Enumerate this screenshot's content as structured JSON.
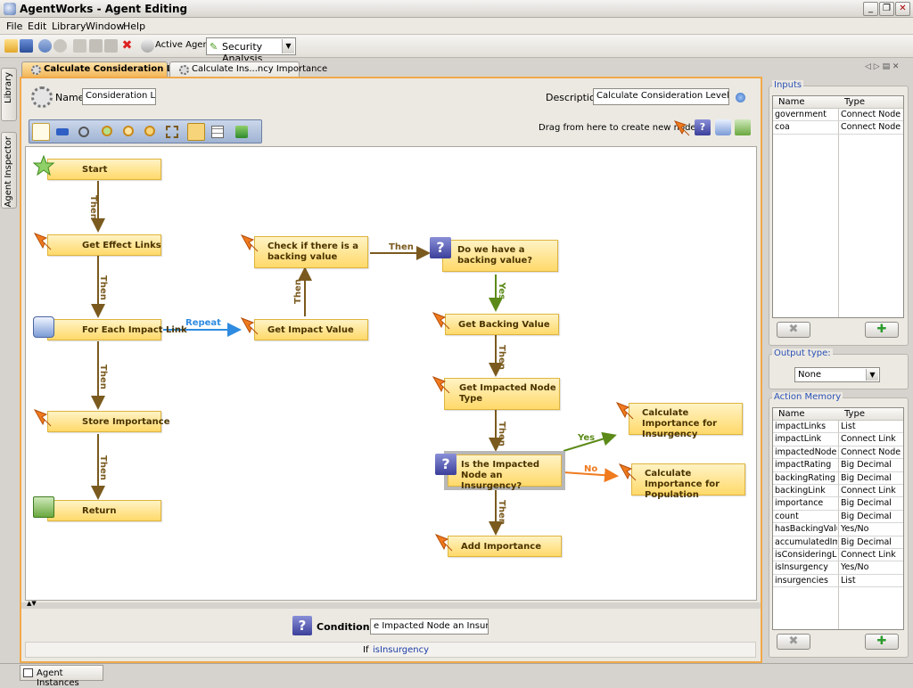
{
  "window": {
    "title": "AgentWorks - Agent Editing",
    "controls": [
      "_",
      "❐",
      "✕"
    ]
  },
  "menu": [
    "File",
    "Edit",
    "Library",
    "Window",
    "Help"
  ],
  "toolbar": {
    "active_agent_label": "Active Agent:",
    "active_agent_value": "Security Analysis"
  },
  "left_rail": [
    "Library",
    "Agent Inspector"
  ],
  "tabs": [
    {
      "label": "Calculate Consideration Level",
      "active": true
    },
    {
      "label": "Calculate Ins...ncy Importance",
      "active": false
    }
  ],
  "editor": {
    "name_label": "Name:",
    "name_value": "Consideration Level",
    "description_label": "Description:",
    "description_value": "Calculate Consideration Level for Gove",
    "drag_label": "Drag from here to create new nodes:"
  },
  "graph": {
    "nodes": [
      {
        "id": "start",
        "label": "Start",
        "icon": "star-icon"
      },
      {
        "id": "get-effect-links",
        "label": "Get Effect Links",
        "icon": "action-icon"
      },
      {
        "id": "for-each",
        "label": "For Each Impact Link",
        "icon": "loop-icon"
      },
      {
        "id": "store-importance",
        "label": "Store Importance",
        "icon": "action-icon"
      },
      {
        "id": "return",
        "label": "Return",
        "icon": "return-icon"
      },
      {
        "id": "check-backing",
        "label": "Check if there is a backing value",
        "icon": "action-icon"
      },
      {
        "id": "get-impact-value",
        "label": "Get Impact Value",
        "icon": "action-icon"
      },
      {
        "id": "do-we-have",
        "label": "Do we have a backing value?",
        "icon": "question-icon"
      },
      {
        "id": "get-backing-value",
        "label": "Get Backing Value",
        "icon": "action-icon"
      },
      {
        "id": "get-impacted-type",
        "label": "Get Impacted Node Type",
        "icon": "action-icon"
      },
      {
        "id": "is-insurgency",
        "label": "Is the Impacted Node an Insurgency?",
        "icon": "question-icon"
      },
      {
        "id": "add-importance",
        "label": "Add Importance",
        "icon": "action-icon"
      },
      {
        "id": "calc-insurgency",
        "label": "Calculate Importance for Insurgency",
        "icon": "action-icon"
      },
      {
        "id": "calc-population",
        "label": "Calculate Importance for Population",
        "icon": "action-icon"
      }
    ],
    "edge_labels": {
      "then": "Then",
      "repeat": "Repeat",
      "yes": "Yes",
      "no": "No"
    }
  },
  "conditional": {
    "label": "Conditional",
    "value": "e Impacted Node an Insurgency?",
    "if_label": "If",
    "if_value": "isInsurgency"
  },
  "inputs": {
    "title": "Inputs",
    "columns": [
      "Name",
      "Type"
    ],
    "rows": [
      [
        "government",
        "Connect Node"
      ],
      [
        "coa",
        "Connect Node"
      ]
    ]
  },
  "output_type": {
    "title": "Output type:",
    "value": "None"
  },
  "action_memory": {
    "title": "Action Memory",
    "columns": [
      "Name",
      "Type"
    ],
    "rows": [
      [
        "impactLinks",
        "List"
      ],
      [
        "impactLink",
        "Connect Link"
      ],
      [
        "impactedNode",
        "Connect Node"
      ],
      [
        "impactRating",
        "Big Decimal"
      ],
      [
        "backingRating",
        "Big Decimal"
      ],
      [
        "backingLink",
        "Connect Link"
      ],
      [
        "importance",
        "Big Decimal"
      ],
      [
        "count",
        "Big Decimal"
      ],
      [
        "hasBackingValue",
        "Yes/No"
      ],
      [
        "accumulatedIm...",
        "Big Decimal"
      ],
      [
        "isConsideringLink",
        "Connect Link"
      ],
      [
        "isInsurgency",
        "Yes/No"
      ],
      [
        "insurgencies",
        "List"
      ]
    ]
  },
  "buttons": {
    "delete": "✖",
    "add": "✚"
  },
  "status_bar": {
    "agent_instances": "Agent Instances"
  },
  "colors": {
    "accent_orange": "#f0a94a",
    "node_fill": "#ffd96a",
    "then_arrow": "#7a5a1e",
    "repeat_arrow": "#2f8be0",
    "yes_arrow": "#5b8a18",
    "no_arrow": "#f07a1e"
  }
}
